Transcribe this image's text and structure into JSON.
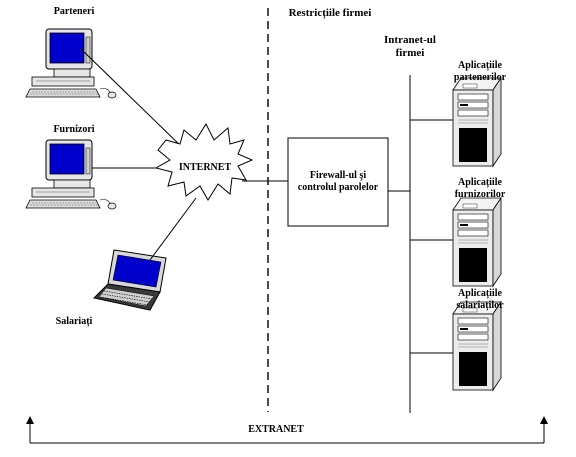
{
  "diagram": {
    "clients": {
      "partners_label": "Parteneri",
      "suppliers_label": "Furnizori",
      "employees_label": "Salariați"
    },
    "internet_label": "INTERNET",
    "boundary_label": "Restricțiile firmei",
    "intranet_label_line1": "Intranet-ul",
    "intranet_label_line2": "firmei",
    "firewall_label_line1": "Firewall-ul şi",
    "firewall_label_line2": "controlul parolelor",
    "servers": [
      {
        "line1": "Aplicațiile",
        "line2": "partenerilor"
      },
      {
        "line1": "Aplicațiile",
        "line2": "furnizorilor"
      },
      {
        "line1": "Aplicațiile",
        "line2": "salariaților"
      }
    ],
    "extranet_label": "EXTRANET",
    "colors": {
      "screen": "#0000cc",
      "stroke": "#000000",
      "case": "#ececec"
    }
  }
}
